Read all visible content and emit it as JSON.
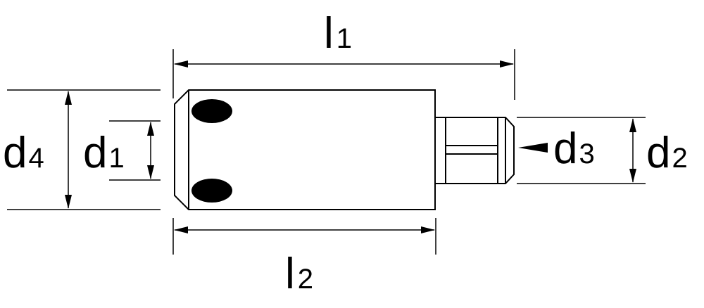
{
  "labels": {
    "l1": {
      "main": "l",
      "sub": "1"
    },
    "l2": {
      "main": "l",
      "sub": "2"
    },
    "d1": {
      "main": "d",
      "sub": "1"
    },
    "d2": {
      "main": "d",
      "sub": "2"
    },
    "d3": {
      "main": "d",
      "sub": "3"
    },
    "d4": {
      "main": "d",
      "sub": "4"
    }
  },
  "colors": {
    "line": "#000000",
    "background": "#ffffff",
    "hole": "#000000"
  }
}
